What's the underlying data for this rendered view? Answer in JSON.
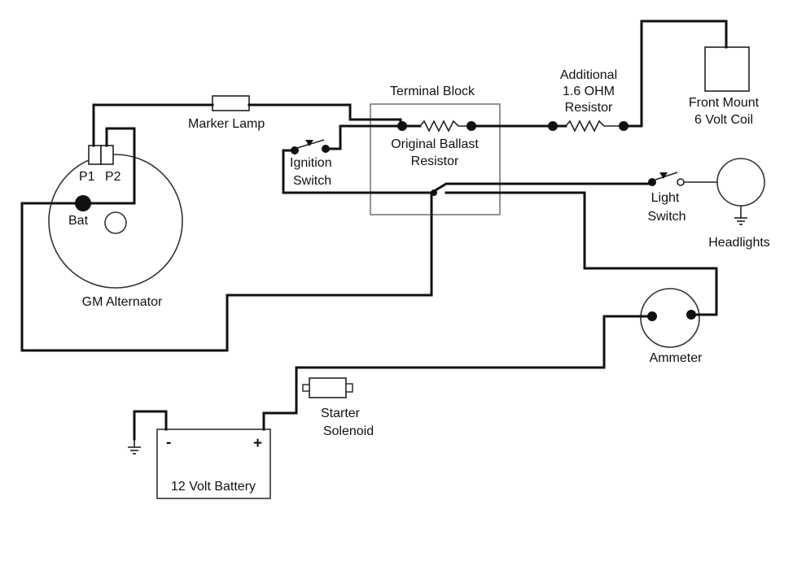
{
  "diagram": {
    "labels": {
      "marker_lamp": "Marker Lamp",
      "terminal_block": "Terminal Block",
      "additional_1": "Additional",
      "additional_2": "1.6 OHM",
      "additional_3": "Resistor",
      "coil_1": "Front Mount",
      "coil_2": "6 Volt Coil",
      "p1": "P1",
      "p2": "P2",
      "bat": "Bat",
      "ignition_1": "Ignition",
      "ignition_2": "Switch",
      "ballast_1": "Original Ballast",
      "ballast_2": "Resistor",
      "light_1": "Light",
      "light_2": "Switch",
      "headlights": "Headlights",
      "alternator": "GM Alternator",
      "ammeter": "Ammeter",
      "starter_1": "Starter",
      "starter_2": "Solenoid",
      "battery_minus": "-",
      "battery_plus": "+",
      "battery": "12 Volt Battery"
    }
  }
}
